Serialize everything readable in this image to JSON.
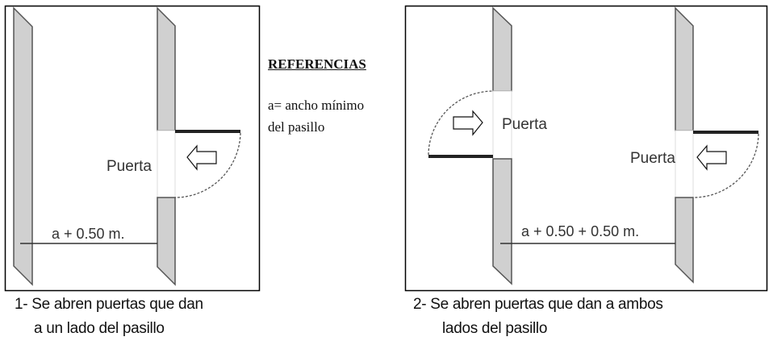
{
  "references": {
    "title": "REFERENCIAS",
    "line1": "a= ancho mínimo",
    "line2": "del pasillo"
  },
  "diagram1": {
    "door_label": "Puerta",
    "dimension_label": "a + 0.50 m.",
    "caption_line1": "1- Se abren puertas que dan",
    "caption_line2": "a un lado del pasillo"
  },
  "diagram2": {
    "door_label_left": "Puerta",
    "door_label_right": "Puerta",
    "dimension_label": "a + 0.50 + 0.50 m.",
    "caption_line1": "2- Se abren puertas que dan a ambos",
    "caption_line2": "lados del pasillo"
  },
  "colors": {
    "wall_fill": "#d0d0d0",
    "wall_stroke": "#555555",
    "door_leaf": "#222222",
    "frame": "#000000"
  }
}
